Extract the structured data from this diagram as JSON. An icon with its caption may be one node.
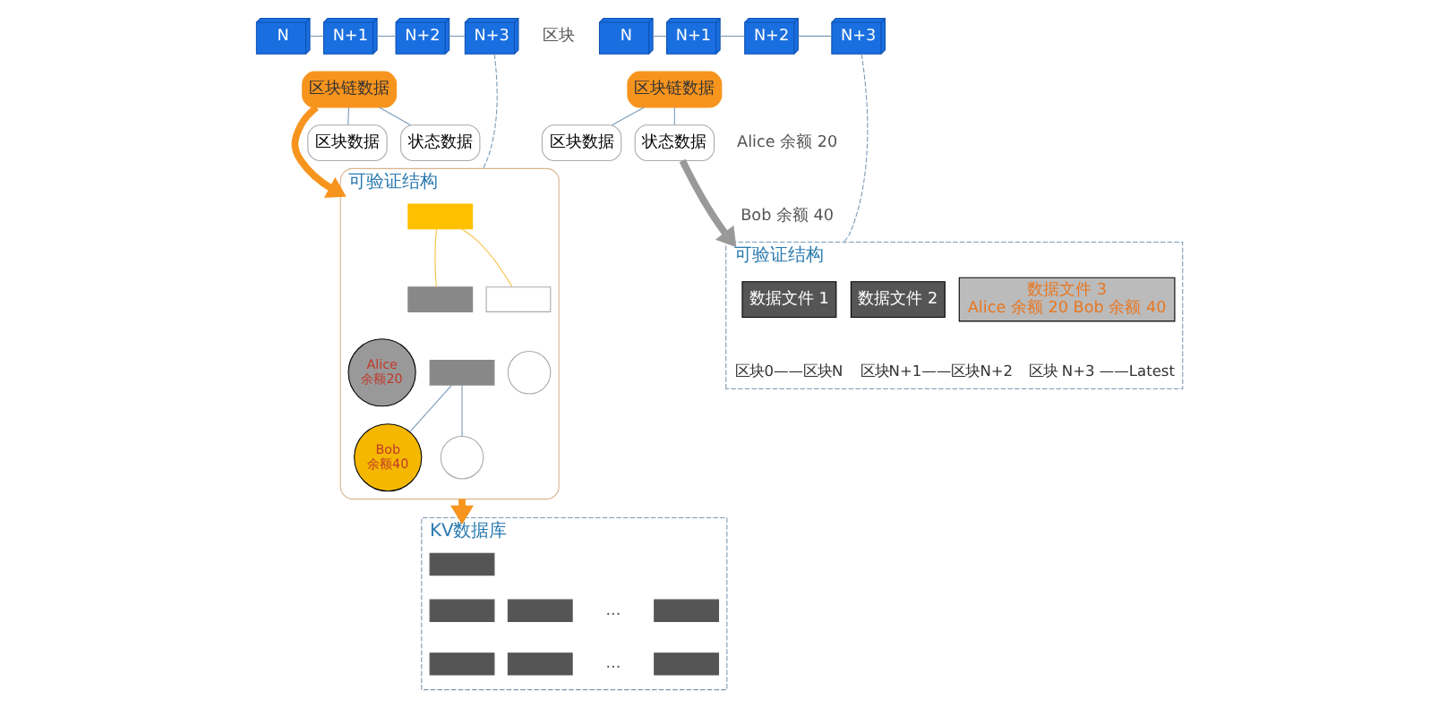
{
  "diagram": {
    "nodes": [
      {
        "text": [
          "N"
        ]
      },
      {
        "text": [
          "N+1"
        ]
      },
      {
        "text": [
          "N+2"
        ]
      },
      {
        "text": [
          "N+3"
        ]
      },
      {
        "text": [
          "N"
        ]
      },
      {
        "text": [
          "N+1"
        ]
      },
      {
        "text": [
          "N+2"
        ]
      },
      {
        "text": [
          "N+3"
        ]
      },
      {
        "text": [
          "区块链数据"
        ]
      },
      {
        "text": [
          "区块数据"
        ]
      },
      {
        "text": [
          "状态数据"
        ]
      },
      {
        "text": [
          "可验证结构"
        ]
      },
      {
        "text": [],
        "shape": "box",
        "in": 11
      },
      {
        "text": [],
        "shape": "box",
        "in": 11
      },
      {
        "text": [],
        "shape": "box",
        "in": 11
      },
      {
        "text": [],
        "shape": "box",
        "in": 11
      },
      {
        "text": [
          "Alice 余额20"
        ],
        "in": 11
      },
      {
        "text": [],
        "shape": "circle",
        "in": 11
      },
      {
        "text": [
          "Bob 余额40"
        ],
        "in": 11
      },
      {
        "text": [],
        "shape": "circle",
        "in": 11
      },
      {
        "text": [
          "KV数据库"
        ]
      },
      {
        "text": [],
        "shape": "bar",
        "in": 20
      },
      {
        "text": [],
        "shape": "bar",
        "in": 20
      },
      {
        "text": [],
        "shape": "bar",
        "in": 20
      },
      {
        "text": [],
        "shape": "bar",
        "in": 20
      },
      {
        "text": [],
        "shape": "bar",
        "in": 20
      },
      {
        "text": [],
        "shape": "bar",
        "in": 20
      },
      {
        "text": [],
        "shape": "bar",
        "in": 20
      },
      {
        "text": [
          "区块链数据"
        ]
      },
      {
        "text": [
          "区块数据"
        ]
      },
      {
        "text": [
          "状态数据"
        ]
      },
      {
        "text": [
          "可验证结构"
        ]
      },
      {
        "text": [
          "数据文件 1"
        ],
        "in": 31,
        "beside": [
          "区块0——区块N"
        ]
      },
      {
        "text": [
          "数据文件 2"
        ],
        "in": 31,
        "beside": [
          "区块N+1——区块N+2"
        ]
      },
      {
        "text": [
          "数据文件 3",
          "Alice 余额 20 Bob 余额 40"
        ],
        "in": 31,
        "beside": [
          "区块 N+3 ——Latest"
        ]
      }
    ],
    "edges": [
      {
        "from": 0,
        "to": 1,
        "arrow": "none"
      },
      {
        "from": 1,
        "to": 2,
        "arrow": "none"
      },
      {
        "from": 2,
        "to": 3,
        "arrow": "none"
      },
      {
        "from": 4,
        "to": 5,
        "arrow": "none"
      },
      {
        "from": 5,
        "to": 6,
        "arrow": "none"
      },
      {
        "from": 6,
        "to": 7,
        "arrow": "none"
      },
      {
        "from": 8,
        "to": 9,
        "arrow": "none"
      },
      {
        "from": 8,
        "to": 10,
        "arrow": "none"
      },
      {
        "from": 3,
        "to": 11,
        "arrow": "none",
        "style": "dashed"
      },
      {
        "from": 8,
        "to": 11,
        "arrow": "to",
        "style": "thick",
        "color": "#f7941d"
      },
      {
        "from": 12,
        "to": 13,
        "arrow": "none",
        "color": "#f5c242"
      },
      {
        "from": 12,
        "to": 14,
        "arrow": "none",
        "color": "#f5c242"
      },
      {
        "from": 15,
        "to": 18,
        "arrow": "none"
      },
      {
        "from": 15,
        "to": 19,
        "arrow": "none"
      },
      {
        "from": 11,
        "to": 20,
        "arrow": "to",
        "style": "thick",
        "color": "#f7941d"
      },
      {
        "from": 28,
        "to": 29,
        "arrow": "none"
      },
      {
        "from": 28,
        "to": 30,
        "arrow": "none"
      },
      {
        "from": 7,
        "to": 31,
        "arrow": "none",
        "style": "dashed"
      },
      {
        "from": 30,
        "to": 31,
        "arrow": "to",
        "style": "thick",
        "color": "#999999"
      }
    ],
    "labels": [
      "区块",
      "...",
      "...",
      "Alice 余额 20",
      "Bob 余额 40"
    ]
  }
}
